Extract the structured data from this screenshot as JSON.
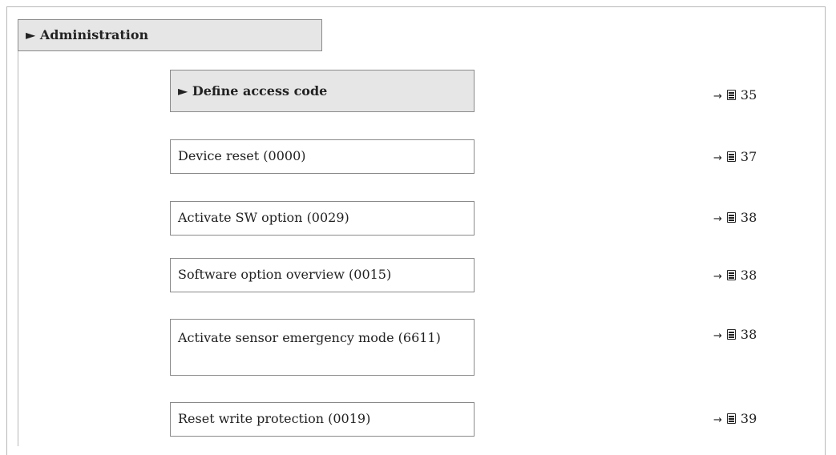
{
  "menu": {
    "title": "► Administration",
    "items": [
      {
        "label": "► Define access code",
        "page": "35"
      },
      {
        "label": "Device reset (0000)",
        "page": "37"
      },
      {
        "label": "Activate SW option (0029)",
        "page": "38"
      },
      {
        "label": "Software option overview (0015)",
        "page": "38"
      },
      {
        "label": "Activate sensor emergency mode (6611)",
        "page": "38"
      },
      {
        "label": "Reset write protection (0019)",
        "page": "39"
      }
    ],
    "ref_arrow": "→",
    "ref_icon": "book-icon"
  }
}
